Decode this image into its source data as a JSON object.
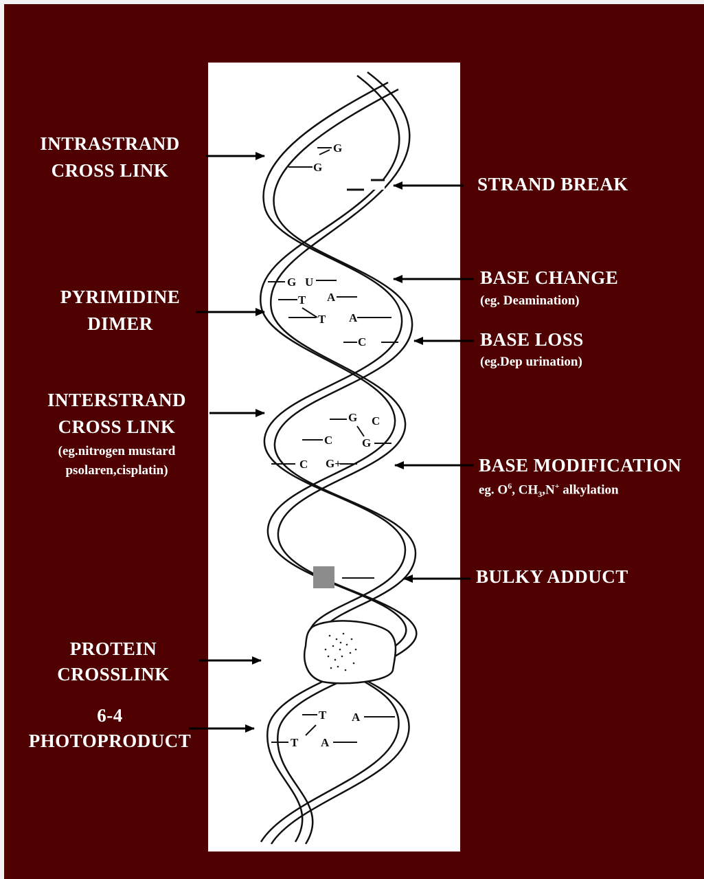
{
  "left_labels": {
    "intrastrand": [
      "INTRASTRAND",
      "CROSS LINK"
    ],
    "pyrimidine": [
      "PYRIMIDINE",
      "DIMER"
    ],
    "interstrand": [
      "INTERSTRAND",
      "CROSS LINK"
    ],
    "interstrand_note": [
      "(eg.nitrogen mustard",
      "psolaren,cisplatin)"
    ],
    "protein": [
      "PROTEIN",
      "CROSSLINK"
    ],
    "photoproduct": [
      "6-4",
      "PHOTOPRODUCT"
    ]
  },
  "right_labels": {
    "strand_break": "STRAND BREAK",
    "base_change": "BASE CHANGE",
    "base_change_note": "(eg. Deamination)",
    "base_loss": "BASE LOSS",
    "base_loss_note": "(eg.Dep urination)",
    "base_modification": "BASE MODIFICATION",
    "base_mod_note": {
      "prefix": "eg. O",
      "sup1": "6",
      "mid": ", CH",
      "sub": "3",
      "mid2": ",N",
      "sup2": "+",
      "suffix": " alkylation"
    },
    "bulky_adduct": "BULKY ADDUCT"
  },
  "bases": {
    "intra_g1": "G",
    "intra_g2": "G",
    "change_g": "G",
    "change_u": "U",
    "dimer_t1": "T",
    "dimer_a1": "A",
    "dimer_t2": "T",
    "dimer_a2": "A",
    "loss_c": "C",
    "inter_g": "G",
    "inter_c1": "C",
    "inter_c2": "C",
    "inter_g2": "G",
    "mod_c": "C",
    "mod_g": "G+",
    "photo_t1": "T",
    "photo_a1": "A",
    "photo_t2": "T",
    "photo_a2": "A"
  },
  "colors": {
    "background": "#4f0000",
    "panel": "#ffffff",
    "text": "#ffffff",
    "adduct": "#8c8c8c"
  }
}
